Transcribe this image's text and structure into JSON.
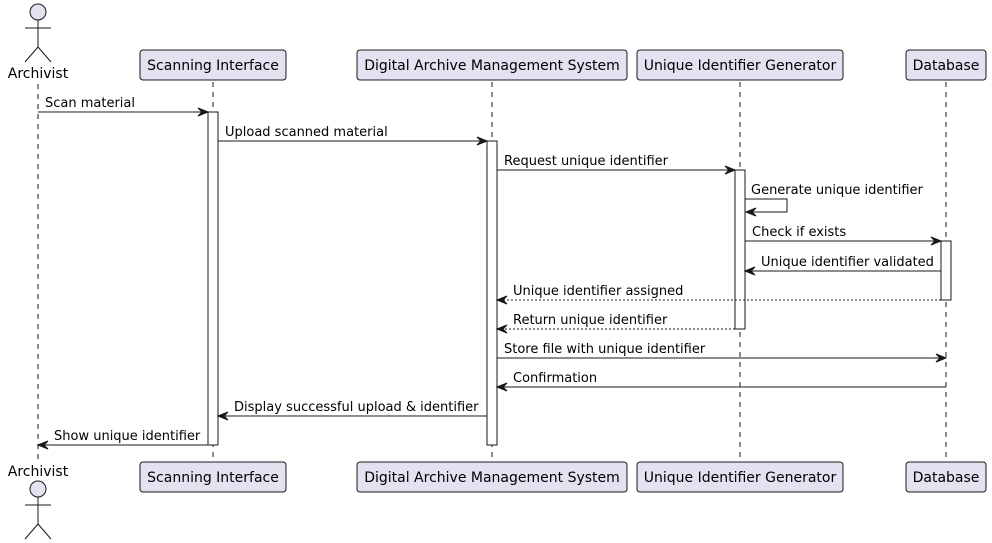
{
  "colors": {
    "participant_fill": "#E2E2F0",
    "participant_border": "#181818",
    "lifeline": "#181818",
    "activation_fill": "#ffffff",
    "arrow": "#181818",
    "text": "#000000"
  },
  "participants": [
    {
      "id": "archivist",
      "label": "Archivist",
      "kind": "actor"
    },
    {
      "id": "scanning",
      "label": "Scanning Interface",
      "kind": "participant"
    },
    {
      "id": "dams",
      "label": "Digital Archive Management System",
      "kind": "participant"
    },
    {
      "id": "uig",
      "label": "Unique Identifier Generator",
      "kind": "participant"
    },
    {
      "id": "database",
      "label": "Database",
      "kind": "participant"
    }
  ],
  "messages": [
    {
      "from": "archivist",
      "to": "scanning",
      "label": "Scan material",
      "style": "solid"
    },
    {
      "from": "scanning",
      "to": "dams",
      "label": "Upload scanned material",
      "style": "solid"
    },
    {
      "from": "dams",
      "to": "uig",
      "label": "Request unique identifier",
      "style": "solid"
    },
    {
      "from": "uig",
      "to": "uig",
      "label": "Generate unique identifier",
      "style": "solid"
    },
    {
      "from": "uig",
      "to": "database",
      "label": "Check if exists",
      "style": "solid"
    },
    {
      "from": "database",
      "to": "uig",
      "label": "Unique identifier validated",
      "style": "solid"
    },
    {
      "from": "database",
      "to": "dams",
      "label": "Unique identifier assigned",
      "style": "dashed"
    },
    {
      "from": "uig",
      "to": "dams",
      "label": "Return unique identifier",
      "style": "dashed"
    },
    {
      "from": "dams",
      "to": "database",
      "label": "Store file with unique identifier",
      "style": "solid"
    },
    {
      "from": "database",
      "to": "dams",
      "label": "Confirmation",
      "style": "solid"
    },
    {
      "from": "dams",
      "to": "scanning",
      "label": "Display successful upload & identifier",
      "style": "solid"
    },
    {
      "from": "scanning",
      "to": "archivist",
      "label": "Show unique identifier",
      "style": "solid"
    }
  ]
}
